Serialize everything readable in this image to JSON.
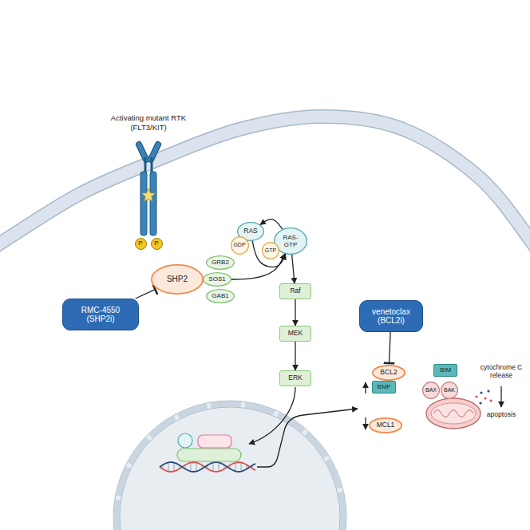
{
  "diagram": {
    "nodes": [
      {
        "text": [
          "P"
        ]
      },
      {
        "text": [
          "P"
        ]
      },
      {
        "text": [
          "RAS"
        ]
      },
      {
        "text": [
          "GDP"
        ]
      },
      {
        "text": [
          "RAS-GTP"
        ]
      },
      {
        "text": [
          "GTP"
        ]
      },
      {
        "text": [
          "GRB2"
        ]
      },
      {
        "text": [
          "SHP2"
        ]
      },
      {
        "text": [
          "SOS1"
        ]
      },
      {
        "text": [
          "GAB1"
        ]
      },
      {
        "text": [
          "Raf"
        ]
      },
      {
        "text": [
          "RMC-4550 (SHP2i)"
        ]
      },
      {
        "text": [
          "venetoclax (BCL2i)"
        ]
      },
      {
        "text": [
          "MEK"
        ]
      },
      {
        "text": [
          "BIM"
        ]
      },
      {
        "text": [
          "BCL2"
        ]
      },
      {
        "text": [
          "BMF"
        ]
      },
      {
        "text": [
          "BAX"
        ]
      },
      {
        "text": [
          "BAK"
        ]
      },
      {
        "text": [
          "ERK"
        ]
      },
      {
        "text": [
          "MCL1"
        ]
      }
    ],
    "edges": [
      {
        "from": 8,
        "to": 4,
        "arrow": "to"
      },
      {
        "from": 2,
        "to": 4,
        "arrow": "to"
      },
      {
        "from": 4,
        "to": 2,
        "arrow": "to"
      },
      {
        "from": 4,
        "to": 10,
        "arrow": "to"
      },
      {
        "from": 10,
        "to": 13,
        "arrow": "to"
      },
      {
        "from": 13,
        "to": 19,
        "arrow": "to"
      },
      {
        "from": 11,
        "to": 7,
        "arrow": "to"
      },
      {
        "from": 12,
        "to": 15,
        "arrow": "to"
      }
    ],
    "labels": [
      "Activating mutant RTK",
      "(FLT3/KIT)",
      "cytochrome C release",
      "apoptosis"
    ]
  }
}
